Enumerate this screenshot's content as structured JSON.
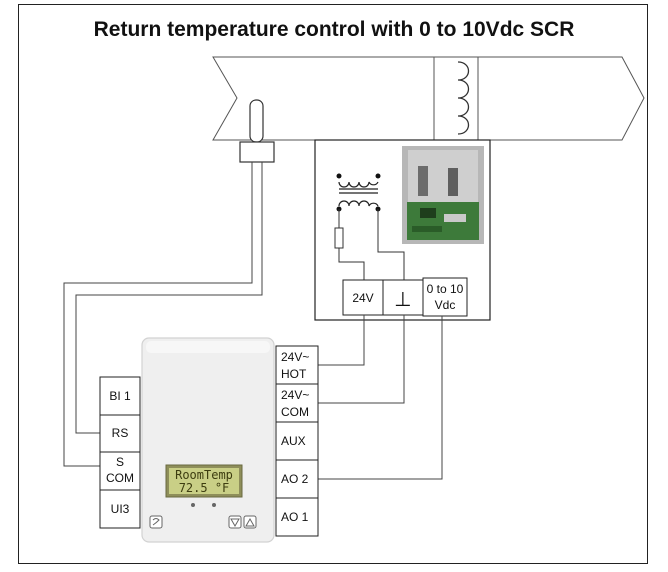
{
  "title": "Return temperature control with 0 to 10Vdc SCR",
  "scr_terminals": {
    "t24v": "24V",
    "ground_symbol": "⊥",
    "signal_line1": "0 to 10",
    "signal_line2": "Vdc"
  },
  "controller_left_terminals": {
    "bi1": "BI 1",
    "rs": "RS",
    "scom_line1": "S",
    "scom_line2": "COM",
    "ui3": "UI3"
  },
  "controller_right_terminals": {
    "hot_line1": "24V~",
    "hot_line2": "HOT",
    "com_line1": "24V~",
    "com_line2": "COM",
    "aux": "AUX",
    "ao2": "AO 2",
    "ao1": "AO 1"
  },
  "thermostat_display": {
    "line1": "RoomTemp",
    "line2": "72.5 °F"
  },
  "icons": [
    "duct-arrow",
    "heating-coil-icon",
    "temperature-sensor-icon",
    "transformer-icon",
    "fuse-icon",
    "scr-board-photo",
    "brand-logo-icon",
    "down-arrow-button-icon",
    "up-arrow-button-icon"
  ]
}
